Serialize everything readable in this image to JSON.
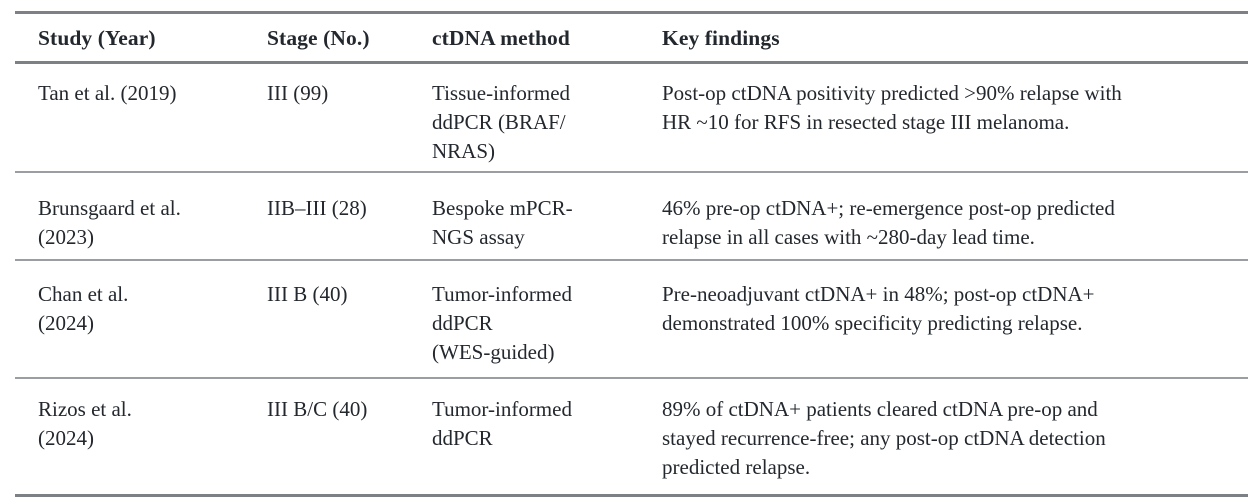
{
  "table": {
    "columns": [
      {
        "key": "study",
        "label": "Study (Year)"
      },
      {
        "key": "stage",
        "label": "Stage (No.)"
      },
      {
        "key": "method",
        "label": "ctDNA method"
      },
      {
        "key": "findings",
        "label": "Key findings"
      }
    ],
    "rows": [
      {
        "study": "Tan et al. (2019)",
        "stage": "III (99)",
        "method": "Tissue-informed ddPCR (BRAF/NRAS)",
        "method_lines": [
          "Tissue-informed",
          "ddPCR (BRAF/",
          "NRAS)"
        ],
        "findings": "Post-op ctDNA positivity predicted >90% relapse with HR ~10 for RFS in resected stage III melanoma.",
        "findings_lines": [
          "Post-op ctDNA positivity predicted >90% relapse with",
          "HR ~10 for RFS in resected stage III melanoma."
        ]
      },
      {
        "study": "Brunsgaard et al. (2023)",
        "study_lines": [
          "Brunsgaard et al.",
          "(2023)"
        ],
        "stage": "IIB–III (28)",
        "method": "Bespoke mPCR-NGS assay",
        "method_lines": [
          "Bespoke mPCR-",
          "NGS assay"
        ],
        "findings": "46% pre-op ctDNA+; re-emergence post-op predicted relapse in all cases with ~280-day lead time.",
        "findings_lines": [
          "46% pre-op ctDNA+; re-emergence post-op predicted",
          "relapse in all cases with ~280-day lead time."
        ]
      },
      {
        "study": "Chan et al. (2024)",
        "study_lines": [
          "Chan et al.",
          "(2024)"
        ],
        "stage": "III B (40)",
        "method": "Tumor-informed ddPCR (WES-guided)",
        "method_lines": [
          "Tumor-informed",
          "ddPCR",
          "(WES-guided)"
        ],
        "findings": "Pre-neoadjuvant ctDNA+ in 48%; post-op ctDNA+ demonstrated 100% specificity predicting relapse.",
        "findings_lines": [
          "Pre-neoadjuvant ctDNA+ in 48%; post-op ctDNA+",
          "demonstrated 100% specificity predicting relapse."
        ]
      },
      {
        "study": "Rizos et al. (2024)",
        "study_lines": [
          "Rizos et al.",
          "(2024)"
        ],
        "stage": "III B/C (40)",
        "method": "Tumor-informed ddPCR",
        "method_lines": [
          "Tumor-informed",
          "ddPCR"
        ],
        "findings": "89% of ctDNA+ patients cleared ctDNA pre-op and stayed recurrence-free; any post-op ctDNA detection predicted relapse.",
        "findings_lines": [
          "89% of ctDNA+ patients cleared ctDNA pre-op and",
          "stayed recurrence-free; any post-op ctDNA detection",
          "predicted relapse."
        ]
      }
    ]
  },
  "style": {
    "text_color": "#23282e",
    "rule_color_major": "#7d8186",
    "rule_color_minor": "#9a9ea2",
    "background": "#ffffff"
  }
}
